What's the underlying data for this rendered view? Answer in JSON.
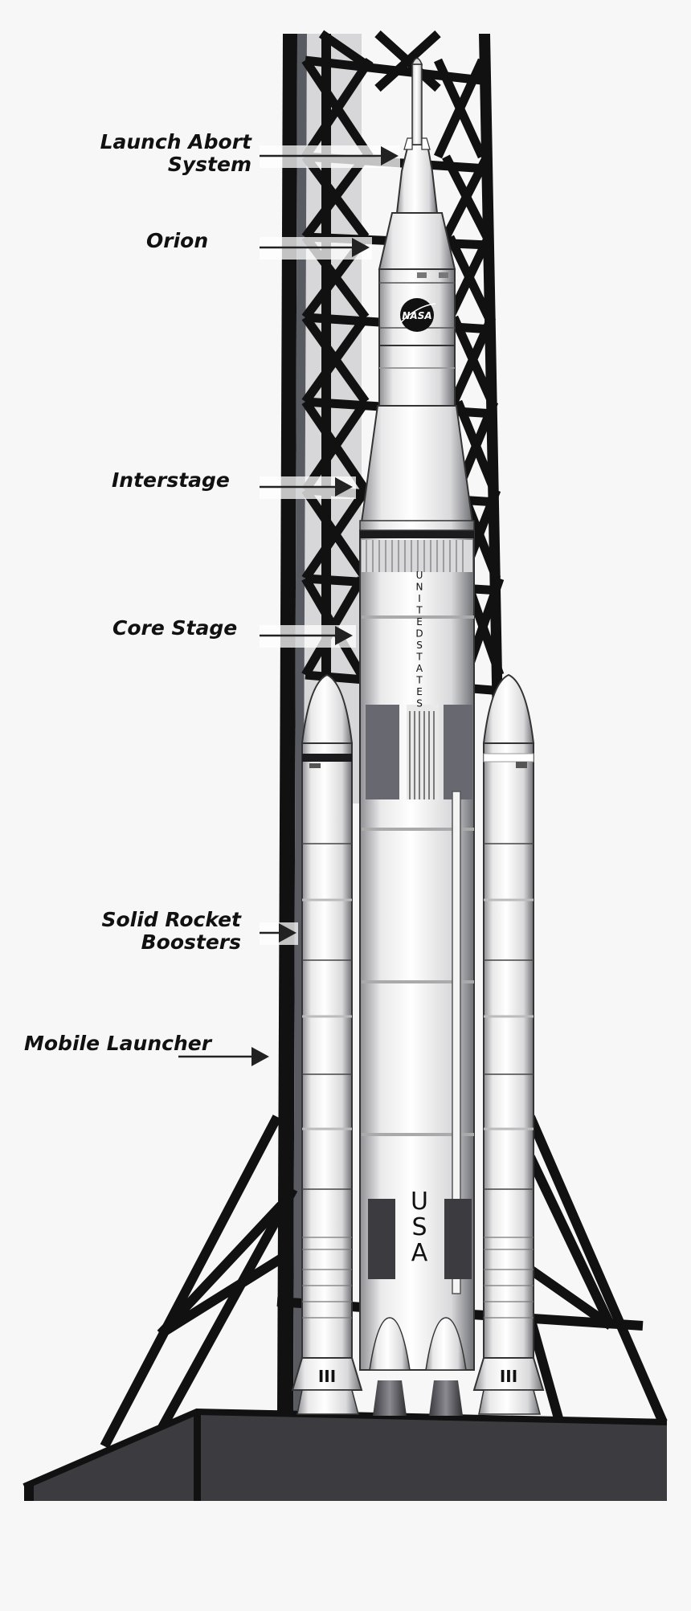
{
  "labels": {
    "launch_abort_system": [
      "Launch Abort",
      "System"
    ],
    "orion": "Orion",
    "interstage": "Interstage",
    "core_stage": "Core Stage",
    "solid_rocket_boosters": [
      "Solid Rocket",
      "Boosters"
    ],
    "mobile_launcher": "Mobile Launcher"
  },
  "vehicle_markings": {
    "agency_logo": "NASA",
    "vertical_text": "UNITED STATES",
    "lower_text": "USA",
    "booster_mark": "III"
  },
  "icons": {
    "pointer": "arrow-right-icon",
    "logo": "nasa-meatball-icon"
  },
  "colors": {
    "background": "#f7f7f7",
    "tower": "#111111",
    "tower_column": "#595b62",
    "base": "#3c3b40",
    "vehicle_body": "#f4f4f4",
    "panel": "#676870",
    "text": "#111111"
  }
}
